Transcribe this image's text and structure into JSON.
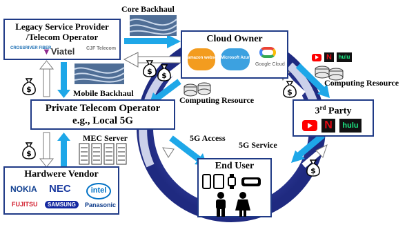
{
  "labels": {
    "core_backhaul": "Core Backhaul",
    "mobile_backhaul": "Mobile Backhaul",
    "mec_server": "MEC Server",
    "computing_resource_left": "Computing Resource",
    "computing_resource_right": "Computing Resource",
    "access_5g": "5G Access",
    "service_5g": "5G Service"
  },
  "boxes": {
    "legacy": {
      "line1": "Legacy Service Provider",
      "line2": "/Telecom Operator",
      "logos": [
        "CROSSRIVER FIBER",
        "Viatel",
        "CJF Telecom"
      ]
    },
    "cloud": {
      "title": "Cloud Owner",
      "logos": [
        "amazon webservices",
        "Microsoft Azure",
        "Google Cloud"
      ]
    },
    "private": {
      "line1": "Private Telecom Operator",
      "line2": "e.g., Local 5G"
    },
    "vendor": {
      "title": "Hardwere Vendor",
      "logos": [
        "NOKIA",
        "NEC",
        "intel",
        "FUJITSU",
        "SAMSUNG",
        "Panasonic"
      ]
    },
    "third": {
      "title_pre": "3",
      "title_sup": "rd",
      "title_post": " Party",
      "logos": [
        "N",
        "hulu"
      ]
    },
    "enduser": {
      "title": "End User"
    }
  },
  "top_right_logos": [
    "N",
    "hulu"
  ],
  "colors": {
    "navy": "#1f3a86",
    "arrow_blue": "#1ea7e8",
    "ring": "#2e3b9e",
    "grey": "#bfbfbf"
  }
}
